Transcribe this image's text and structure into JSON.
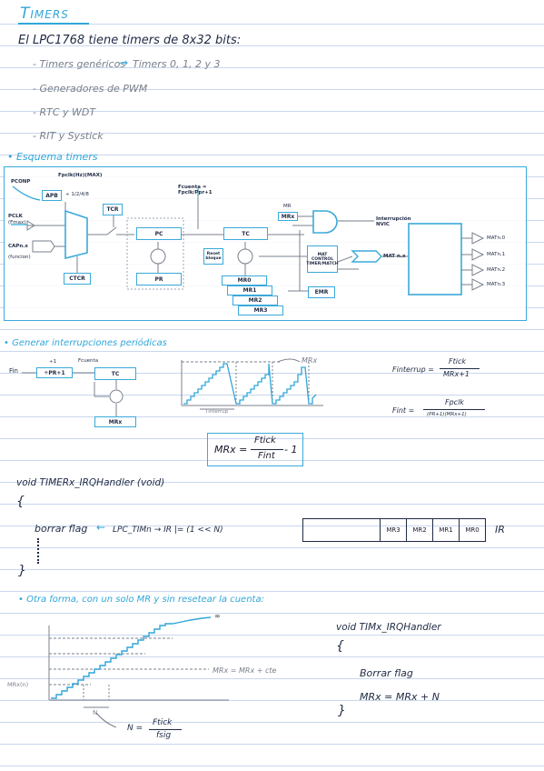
{
  "title": "Timers",
  "intro": "El LPC1768 tiene timers de 8x32 bits:",
  "bullets": [
    {
      "text": "- Timers genéricos",
      "extra": "Timers 0, 1, 2 y 3"
    },
    {
      "text": "- Generadores de PWM"
    },
    {
      "text": "- RTC y WDT"
    },
    {
      "text": "- RIT y Systick"
    }
  ],
  "section1": "• Esquema timers",
  "diagram": {
    "pclk_top": "Fpclk(Hz)(MAX)",
    "pconp": "PCONP",
    "apb": "APB",
    "apb_ratio": "÷ 1/2/4/8",
    "pclk_left": "PCLK",
    "pclk_left2": "(Fmax)",
    "cap_left": "CAPn.x",
    "cap_left2": "(funcion)",
    "tcr": "TCR",
    "fcuenta": "Fcuenta = Fpclk/Ppr+1",
    "pc": "PC",
    "pr": "PR",
    "ctcr": "CTCR",
    "reset_pc": "Reset bloque",
    "tc": "TC",
    "mr_label": "MR",
    "mrx": "MRx",
    "mr0": "MR0",
    "mr1": "MR1",
    "mr2": "MR2",
    "mr3": "MR3",
    "interrupt": "Interrupción NVIC",
    "match_ctrl": "MAT CONTROL TIMER/MATCH",
    "emr": "EMR",
    "matx": "MAT n.x",
    "outs": [
      "MATn.0",
      "MATn.1",
      "MATn.2",
      "MATn.3"
    ]
  },
  "section2": "• Generar interrupciones periódicas",
  "diagram2": {
    "fin": "Fin",
    "div": "÷PR+1",
    "fcuenta": "Fcuenta",
    "tc": "TC",
    "mr": "MRx",
    "tinterrup": "Tinterrup",
    "pr_top": "÷1"
  },
  "formulas": {
    "f1_left": "Finterrup =",
    "f1_num": "Ftick",
    "f1_den": "MRx+1",
    "f2_left": "Fint =",
    "f2_num": "Fpclk",
    "f2_den": "(PR+1)(MRx+1)",
    "box_left": "MRx =",
    "box_num": "Ftick",
    "box_den": "Fint",
    "box_right": "- 1"
  },
  "code1": {
    "sig": "void TIMERx_IRQHandler (void)",
    "open": "{",
    "line": "borrar flag",
    "line_extra": "LPC_TIMn → IR |= (1 << N)",
    "close": "}"
  },
  "ir_register": {
    "cells": [
      "MR3",
      "MR2",
      "MR1",
      "MR0"
    ],
    "label": "IR"
  },
  "section3": "• Otra forma, con un solo MR y sin resetear la cuenta:",
  "graph3": {
    "inf": "∞",
    "label_right": "MRx = MRx + cte",
    "label_left": "MRx(n)",
    "n": "N",
    "formula_left": "N =",
    "formula_num": "Ftick",
    "formula_den": "fsig"
  },
  "code2": {
    "sig": "void TIMx_IRQHandler",
    "open": "{",
    "line1": "Borrar flag",
    "line2": "MRx = MRx + N",
    "close": "}"
  }
}
